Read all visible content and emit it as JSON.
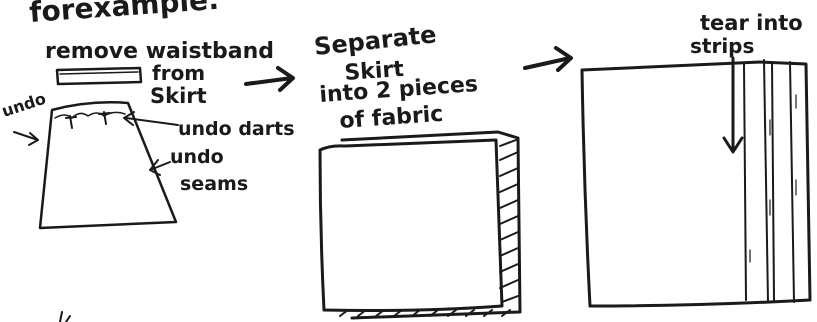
{
  "header": {
    "for_example": "forexample:"
  },
  "step1": {
    "line1": "remove waistband",
    "line2": "from",
    "line3": "Skirt",
    "undo_left": "undo",
    "undo_darts": "undo darts",
    "undo_seams_1": "undo",
    "undo_seams_2": "seams"
  },
  "step2": {
    "line1": "Separate",
    "line2": "Skirt",
    "line3": "into 2 pieces",
    "line4": "of fabric"
  },
  "step3": {
    "line1": "tear into",
    "line2": "strips"
  },
  "colors": {
    "ink": "#1a1a1a",
    "paper": "#ffffff"
  }
}
